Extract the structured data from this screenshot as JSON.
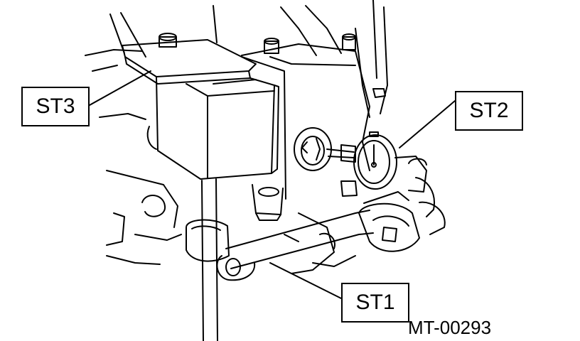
{
  "callouts": {
    "st1": "ST1",
    "st2": "ST2",
    "st3": "ST3"
  },
  "figure_code": "MT-00293",
  "colors": {
    "line": "#000000",
    "background": "#ffffff"
  }
}
